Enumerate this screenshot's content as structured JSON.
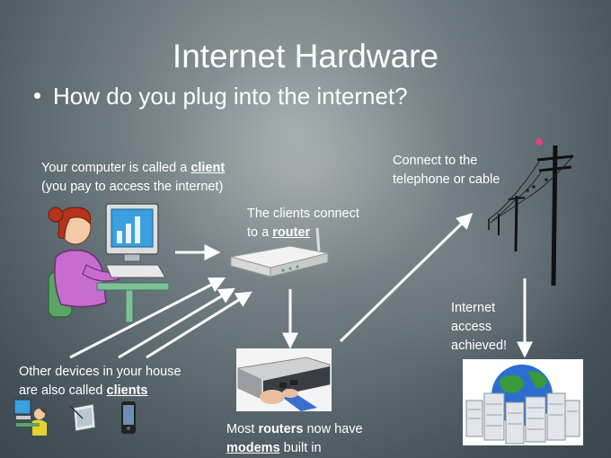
{
  "slide": {
    "title": "Internet Hardware",
    "bullet": "How do you plug into the internet?"
  },
  "client_text": {
    "line1_pre": "Your computer is called a ",
    "line1_bold": "client",
    "line2": "(you pay to access the internet)"
  },
  "router_text": {
    "line1": "The clients connect",
    "line2_pre": "to a ",
    "line2_bold": "router"
  },
  "telephone_text": {
    "line1": "Connect to the",
    "line2": "telephone or cable"
  },
  "internet_text": {
    "line1": "Internet",
    "line2": "access",
    "line3": "achieved!"
  },
  "devices_text": {
    "line1": "Other devices in your house",
    "line2_pre": "are also called ",
    "line2_bold": "clients"
  },
  "modem_text": {
    "line1_pre": "Most ",
    "line1_bold": "routers",
    "line1_post": " now have",
    "line2_bold": "modems",
    "line2_post": " built in"
  },
  "icons": [
    "person-at-computer-icon",
    "router-icon",
    "telephone-pole-icon",
    "modem-icon",
    "server-globe-icon",
    "small-computer-user-icon",
    "tablet-icon",
    "phone-icon"
  ],
  "colors": {
    "text": "#ffffff",
    "arrow": "#ffffff",
    "shirt": "#c86cd0",
    "hair": "#b5331c",
    "globe_blue": "#2a6fd0",
    "globe_green": "#3a9a3a"
  }
}
